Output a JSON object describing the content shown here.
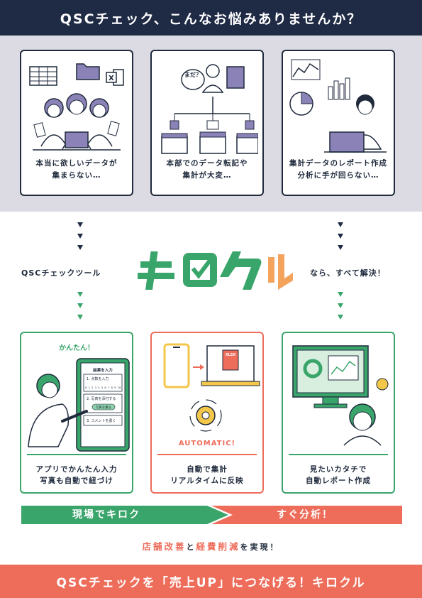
{
  "header": {
    "title": "QSCチェック、こんなお悩みありませんか？"
  },
  "problems": [
    {
      "line1": "本当に欲しいデータが",
      "line2": "集まらない…"
    },
    {
      "line1": "本部でのデータ転記や",
      "line2": "集計が大変…",
      "bubble": "まだ？"
    },
    {
      "line1": "集計データのレポート作成",
      "line2": "分析に手が回らない…"
    }
  ],
  "middle": {
    "left_text": "QSCチェックツール",
    "right_text": "なら、すべて解決！",
    "logo_text": "キロクル"
  },
  "solutions": [
    {
      "tag": "かんたん！",
      "line1": "アプリでかんたん入力",
      "line2": "写真も自動で紐づけ",
      "tablet": {
        "title": "結果を入力",
        "item1": "1. 点数を入力",
        "digits": "0 1 2 3 4 5 6 7 8 9 10",
        "item2": "2. 写真を添付する",
        "photo_btn": "写真を撮る",
        "item3": "3. コメントを書く"
      }
    },
    {
      "tag": "AUTOMATIC!",
      "line1": "自動で集計",
      "line2": "リアルタイムに反映",
      "file_label": "XLSX"
    },
    {
      "line1": "見たいカタチで",
      "line2": "自動レポート作成"
    }
  ],
  "flow": {
    "left": "現場でキロク",
    "right": "すぐ分析！"
  },
  "result": {
    "word1": "店舗改善",
    "joiner1": "と",
    "word2": "経費削減",
    "joiner2": "を実現！"
  },
  "footer": {
    "text": "QSCチェックを「売上UP」につなげる！キロクル"
  },
  "colors": {
    "navy": "#1f2a44",
    "green": "#3aa56b",
    "coral": "#ee6c5a",
    "orange": "#f3a35c",
    "lavender": "#dcdbe3"
  }
}
